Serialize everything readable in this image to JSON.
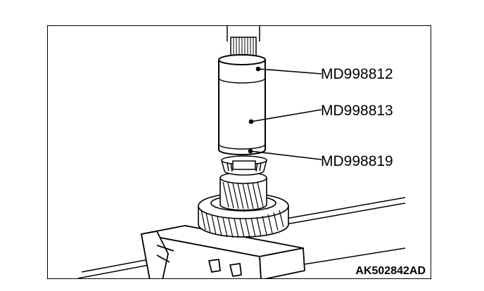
{
  "labels": {
    "upper_tool": "MD998812",
    "middle_tool": "MD998813",
    "lower_tool": "MD998819"
  },
  "figure_code": "AK502842AD"
}
